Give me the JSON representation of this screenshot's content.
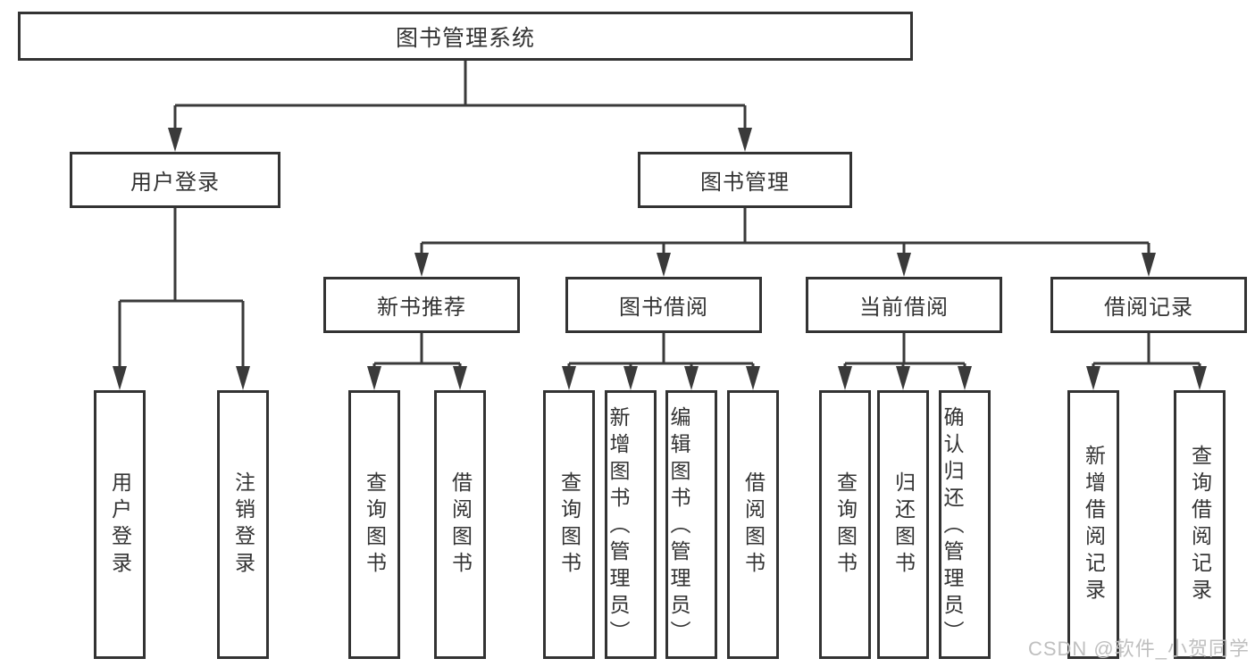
{
  "diagram": {
    "root": {
      "label": "图书管理系统"
    },
    "level2": [
      {
        "label": "用户登录"
      },
      {
        "label": "图书管理"
      }
    ],
    "level3": [
      {
        "label": "新书推荐"
      },
      {
        "label": "图书借阅"
      },
      {
        "label": "当前借阅"
      },
      {
        "label": "借阅记录"
      }
    ],
    "leaves": {
      "user_login": [
        "用户登录",
        "注销登录"
      ],
      "new_book": [
        "查询图书",
        "借阅图书"
      ],
      "borrow": [
        "查询图书",
        "新增图书（管理员）",
        "编辑图书（管理员）",
        "借阅图书"
      ],
      "current": [
        "查询图书",
        "归还图书",
        "确认归还（管理员）"
      ],
      "records": [
        "新增借阅记录",
        "查询借阅记录"
      ]
    }
  },
  "watermark": "CSDN @软件_小贺同学",
  "colors": {
    "line": "#3a3a3a",
    "border": "#333333",
    "text": "#333333",
    "watermark": "#bfbfbf",
    "background": "#ffffff"
  }
}
